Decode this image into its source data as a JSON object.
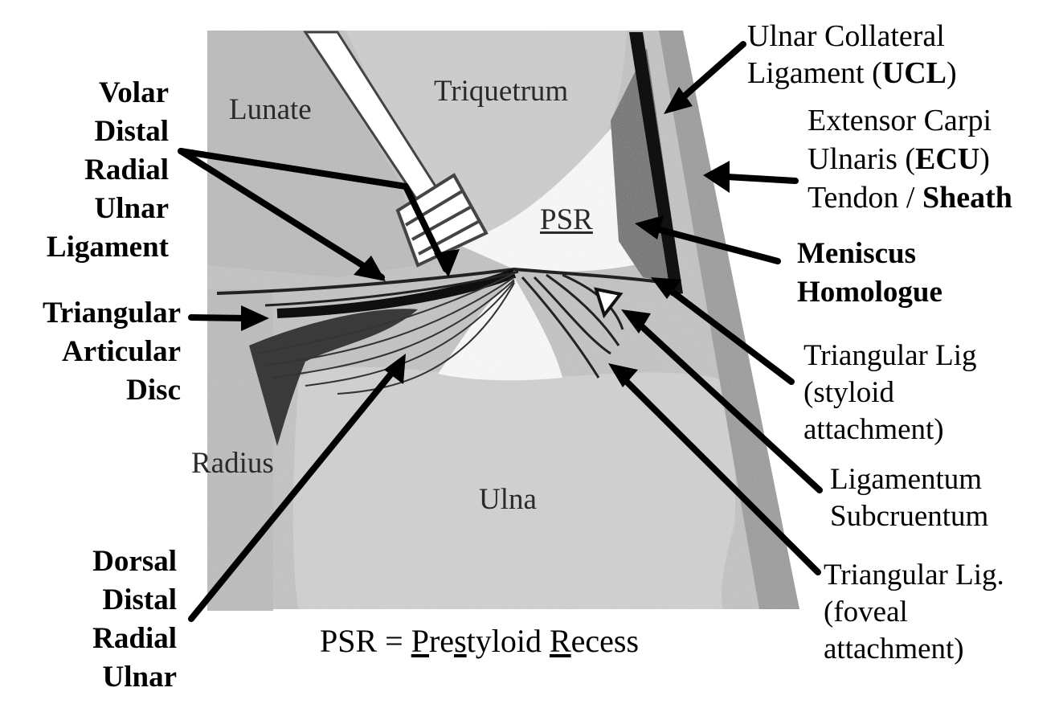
{
  "colors": {
    "background": "#ffffff",
    "bone_gray": "#c9c9c9",
    "tissue_gray": "#b5b5b5",
    "dark_tissue": "#4a4a4a",
    "ink": "#000000"
  },
  "regions": {
    "lunate": "Lunate",
    "triquetrum": "Triquetrum",
    "psr": "PSR",
    "radius": "Radius",
    "ulna": "Ulna"
  },
  "labels": {
    "volar_drul": [
      "Volar",
      "Distal",
      "Radial",
      "Ulnar",
      "Ligament"
    ],
    "triangular_disc": [
      "Triangular",
      "Articular",
      "Disc"
    ],
    "dorsal_drul": [
      "Dorsal",
      "Distal",
      "Radial",
      "Ulnar"
    ],
    "ucl": {
      "line1": "Ulnar Collateral",
      "line2_prefix": "Ligament (",
      "line2_bold": "UCL",
      "line2_suffix": ")"
    },
    "ecu": {
      "line1": "Extensor Carpi",
      "line2_prefix": "Ulnaris (",
      "line2_bold": "ECU",
      "line2_suffix": ")",
      "line3_prefix": "Tendon / ",
      "line3_bold": "Sheath"
    },
    "meniscus": [
      "Meniscus",
      "Homologue"
    ],
    "tri_lig_styloid": [
      "Triangular Lig",
      "(styloid",
      "attachment)"
    ],
    "lig_subcruentum": [
      "Ligamentum",
      "Subcruentum"
    ],
    "tri_lig_foveal": [
      "Triangular Lig.",
      "(foveal",
      "attachment)"
    ]
  },
  "legend": {
    "prefix": "PSR = ",
    "w1_ul": "P",
    "w1_rest": "re",
    "w1_ul2": "s",
    "w1_end": "tyloid ",
    "w2_ul": "R",
    "w2_rest": "ecess"
  }
}
